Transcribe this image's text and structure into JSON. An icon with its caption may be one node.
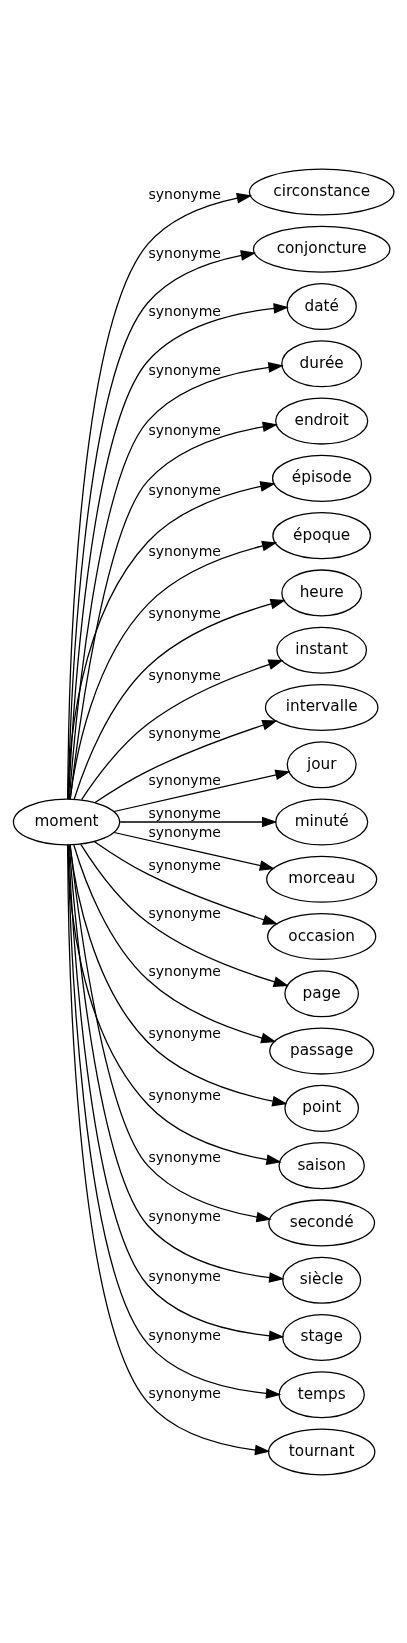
{
  "diagram": {
    "nodes": [
      {
        "text": [
          "moment"
        ]
      },
      {
        "text": [
          "circonstance"
        ]
      },
      {
        "text": [
          "conjoncture"
        ]
      },
      {
        "text": [
          "daté"
        ]
      },
      {
        "text": [
          "durée"
        ]
      },
      {
        "text": [
          "endroit"
        ]
      },
      {
        "text": [
          "épisode"
        ]
      },
      {
        "text": [
          "époque"
        ]
      },
      {
        "text": [
          "heure"
        ]
      },
      {
        "text": [
          "instant"
        ]
      },
      {
        "text": [
          "intervalle"
        ]
      },
      {
        "text": [
          "jour"
        ]
      },
      {
        "text": [
          "minuté"
        ]
      },
      {
        "text": [
          "morceau"
        ]
      },
      {
        "text": [
          "occasion"
        ]
      },
      {
        "text": [
          "page"
        ]
      },
      {
        "text": [
          "passage"
        ]
      },
      {
        "text": [
          "point"
        ]
      },
      {
        "text": [
          "saison"
        ]
      },
      {
        "text": [
          "secondé"
        ]
      },
      {
        "text": [
          "siècle"
        ]
      },
      {
        "text": [
          "stage"
        ]
      },
      {
        "text": [
          "temps"
        ]
      },
      {
        "text": [
          "tournant"
        ]
      }
    ],
    "edges": [
      {
        "from": 0,
        "to": 1,
        "arrow": "to",
        "label": "synonyme"
      },
      {
        "from": 0,
        "to": 2,
        "arrow": "to",
        "label": "synonyme"
      },
      {
        "from": 0,
        "to": 3,
        "arrow": "to",
        "label": "synonyme"
      },
      {
        "from": 0,
        "to": 4,
        "arrow": "to",
        "label": "synonyme"
      },
      {
        "from": 0,
        "to": 5,
        "arrow": "to",
        "label": "synonyme"
      },
      {
        "from": 0,
        "to": 6,
        "arrow": "to",
        "label": "synonyme"
      },
      {
        "from": 0,
        "to": 7,
        "arrow": "to",
        "label": "synonyme"
      },
      {
        "from": 0,
        "to": 8,
        "arrow": "to",
        "label": "synonyme"
      },
      {
        "from": 0,
        "to": 9,
        "arrow": "to",
        "label": "synonyme"
      },
      {
        "from": 0,
        "to": 10,
        "arrow": "to",
        "label": "synonyme"
      },
      {
        "from": 0,
        "to": 11,
        "arrow": "to",
        "label": "synonyme"
      },
      {
        "from": 0,
        "to": 12,
        "arrow": "to",
        "label": "synonyme"
      },
      {
        "from": 0,
        "to": 13,
        "arrow": "to",
        "label": "synonyme"
      },
      {
        "from": 0,
        "to": 14,
        "arrow": "to",
        "label": "synonyme"
      },
      {
        "from": 0,
        "to": 15,
        "arrow": "to",
        "label": "synonyme"
      },
      {
        "from": 0,
        "to": 16,
        "arrow": "to",
        "label": "synonyme"
      },
      {
        "from": 0,
        "to": 17,
        "arrow": "to",
        "label": "synonyme"
      },
      {
        "from": 0,
        "to": 18,
        "arrow": "to",
        "label": "synonyme"
      },
      {
        "from": 0,
        "to": 19,
        "arrow": "to",
        "label": "synonyme"
      },
      {
        "from": 0,
        "to": 20,
        "arrow": "to",
        "label": "synonyme"
      },
      {
        "from": 0,
        "to": 21,
        "arrow": "to",
        "label": "synonyme"
      },
      {
        "from": 0,
        "to": 22,
        "arrow": "to",
        "label": "synonyme"
      },
      {
        "from": 0,
        "to": 23,
        "arrow": "to",
        "label": "synonyme"
      }
    ]
  }
}
